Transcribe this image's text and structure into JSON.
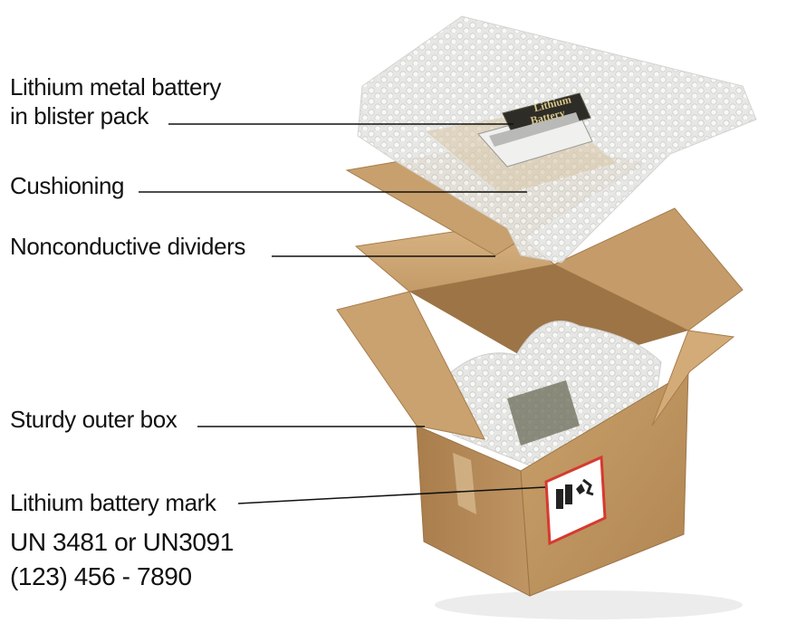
{
  "labels": {
    "battery_line1": "Lithium metal battery",
    "battery_line2": "in blister pack",
    "cushioning": "Cushioning",
    "dividers": "Nonconductive dividers",
    "outer_box": "Sturdy outer box",
    "mark": "Lithium battery mark",
    "un_numbers": "UN 3481 or UN3091",
    "phone": "(123) 456 - 7890"
  },
  "battery_print": {
    "line1": "Lithium",
    "line2": "Battery"
  }
}
